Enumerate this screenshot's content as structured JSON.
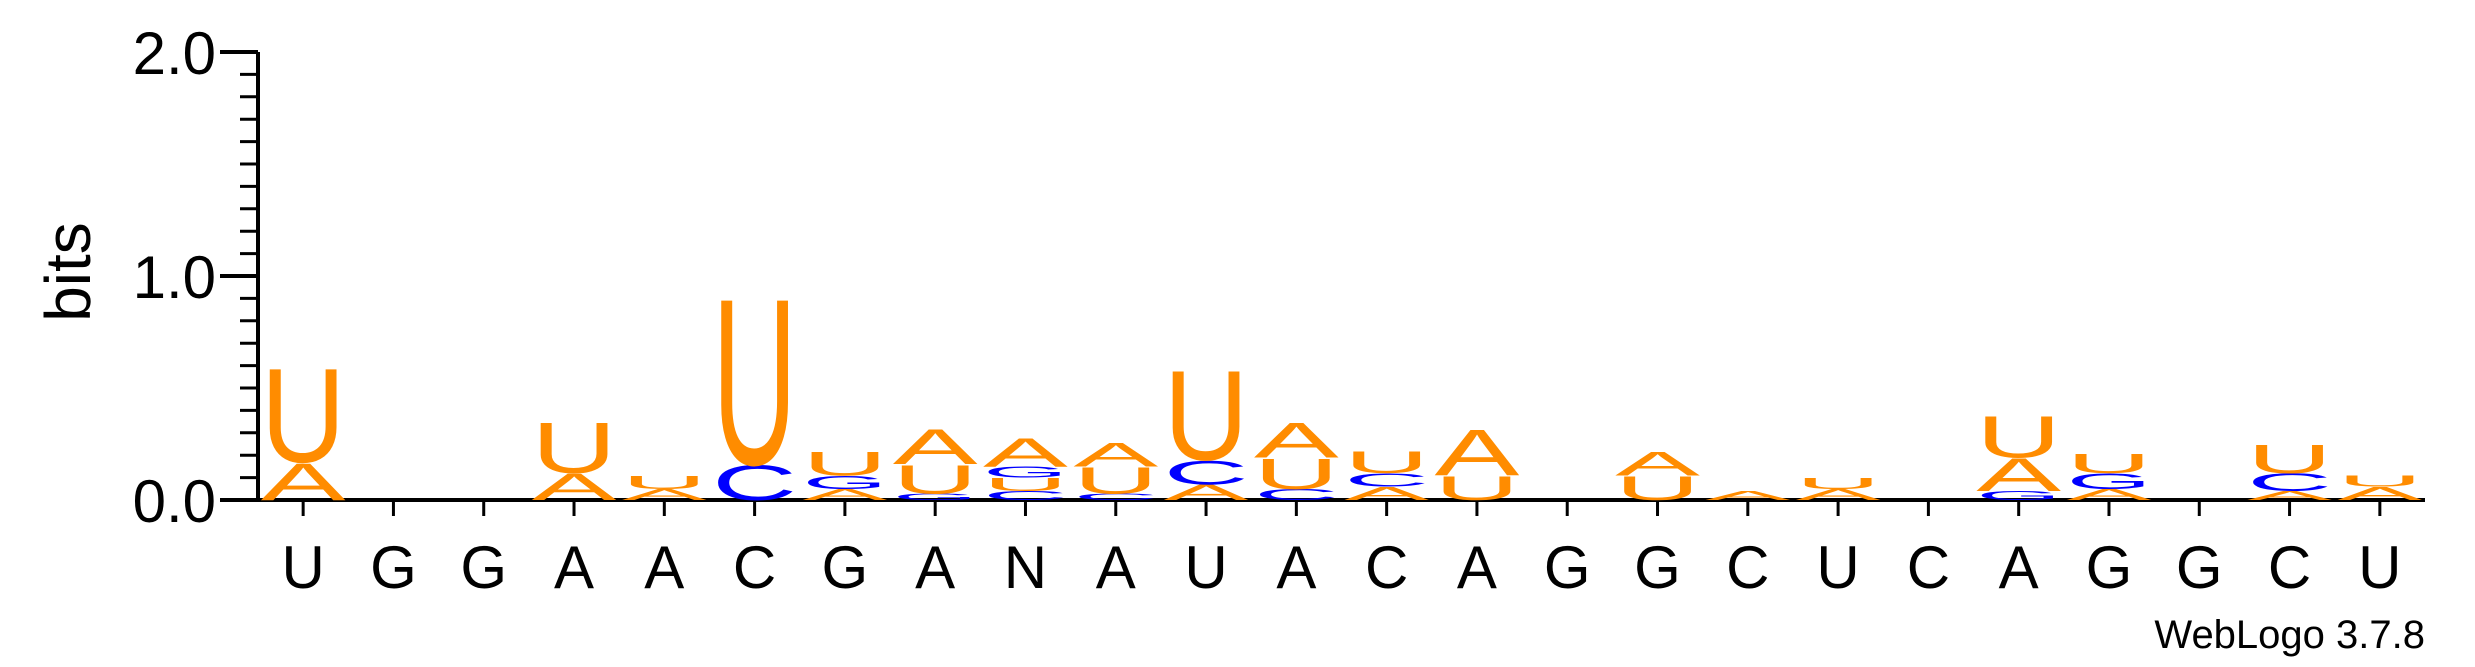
{
  "chart_data": {
    "type": "sequence-logo",
    "ylabel": "bits",
    "ylim": [
      0,
      2.0
    ],
    "yticks": [
      {
        "value": 0.0,
        "label": "0.0"
      },
      {
        "value": 1.0,
        "label": "1.0"
      },
      {
        "value": 2.0,
        "label": "2.0"
      }
    ],
    "positions": [
      "U",
      "G",
      "G",
      "A",
      "A",
      "C",
      "G",
      "A",
      "N",
      "A",
      "U",
      "A",
      "C",
      "A",
      "G",
      "G",
      "C",
      "U",
      "C",
      "A",
      "G",
      "G",
      "C",
      "U"
    ],
    "colors": {
      "A": "#FF8C00",
      "U": "#FF8C00",
      "C": "#0000FF",
      "G": "#0000FF"
    },
    "stacks": [
      [
        [
          "A",
          0.17
        ],
        [
          "U",
          0.43
        ]
      ],
      [],
      [],
      [
        [
          "A",
          0.12
        ],
        [
          "U",
          0.23
        ]
      ],
      [
        [
          "A",
          0.05
        ],
        [
          "U",
          0.06
        ]
      ],
      [
        [
          "C",
          0.16
        ],
        [
          "U",
          0.76
        ]
      ],
      [
        [
          "A",
          0.05
        ],
        [
          "G",
          0.06
        ],
        [
          "U",
          0.11
        ]
      ],
      [
        [
          "G",
          0.03
        ],
        [
          "U",
          0.13
        ],
        [
          "A",
          0.16
        ]
      ],
      [
        [
          "C",
          0.04
        ],
        [
          "U",
          0.06
        ],
        [
          "G",
          0.05
        ],
        [
          "A",
          0.13
        ]
      ],
      [
        [
          "C",
          0.03
        ],
        [
          "U",
          0.12
        ],
        [
          "A",
          0.11
        ]
      ],
      [
        [
          "A",
          0.07
        ],
        [
          "C",
          0.11
        ],
        [
          "U",
          0.41
        ]
      ],
      [
        [
          "C",
          0.05
        ],
        [
          "U",
          0.14
        ],
        [
          "A",
          0.16
        ]
      ],
      [
        [
          "A",
          0.06
        ],
        [
          "C",
          0.06
        ],
        [
          "U",
          0.1
        ]
      ],
      [
        [
          "U",
          0.11
        ],
        [
          "A",
          0.21
        ]
      ],
      [],
      [
        [
          "U",
          0.11
        ],
        [
          "A",
          0.11
        ]
      ],
      [
        [
          "A",
          0.04
        ]
      ],
      [
        [
          "A",
          0.05
        ],
        [
          "U",
          0.05
        ]
      ],
      [],
      [
        [
          "G",
          0.04
        ],
        [
          "A",
          0.15
        ],
        [
          "U",
          0.19
        ]
      ],
      [
        [
          "A",
          0.05
        ],
        [
          "G",
          0.07
        ],
        [
          "U",
          0.09
        ]
      ],
      [],
      [
        [
          "A",
          0.04
        ],
        [
          "C",
          0.08
        ],
        [
          "U",
          0.13
        ]
      ],
      [
        [
          "A",
          0.06
        ],
        [
          "U",
          0.05
        ]
      ]
    ],
    "watermark": "WebLogo 3.7.8"
  }
}
